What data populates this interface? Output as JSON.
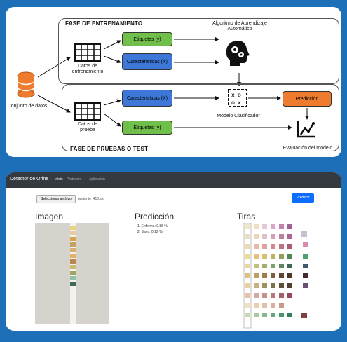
{
  "diagram": {
    "training_title": "FASE DE ENTRENAMIENTO",
    "testing_title": "FASE DE PRUEBAS O TEST",
    "dataset_label": "Conjunto de datos",
    "training_data_label": "Datos de entrenamiento",
    "test_data_label": "Datos de prueba",
    "labels_box": "Etiquetas (y)",
    "features_box": "Características (X)",
    "algorithm_label": "Algoritmo de Aprendizaje Automático",
    "classifier_label": "Modelo Clasificador",
    "prediction_box": "Predicción",
    "evaluation_label": "Evaluación del modelo",
    "colors": {
      "green": "#6fbf4a",
      "blue": "#3d78d8",
      "orange": "#ee7b2e"
    }
  },
  "app": {
    "brand": "Detector de Orine",
    "nav": [
      "Inicio",
      "Protocolo",
      "Aplicación"
    ],
    "file_button": "Seleccionar archivo",
    "file_name": "paciente_410.jpg",
    "predict_button": "Predecir",
    "image_heading": "Imagen",
    "prediction_heading": "Predicción",
    "strips_heading": "Tiras",
    "results": [
      "1. Enfermo: 0.88 %",
      "2. Sano: 0.12 %"
    ]
  }
}
